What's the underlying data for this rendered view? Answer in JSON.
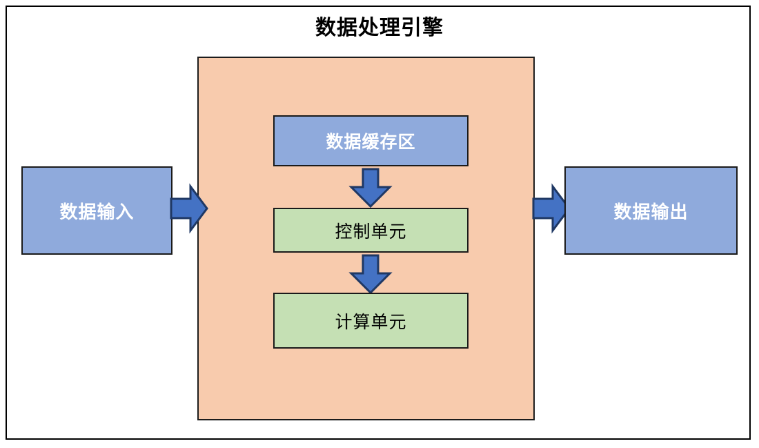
{
  "diagram": {
    "title": "数据处理引擎",
    "colors": {
      "panel_fill": "#f8cbad",
      "blue_box_fill": "#8faadc",
      "green_box_fill": "#c5e0b4",
      "arrow_fill": "#4472c4",
      "arrow_stroke": "#1f3864",
      "box_stroke": "#1a1a1a",
      "frame_stroke": "#000000",
      "background": "#ffffff"
    },
    "nodes": [
      {
        "id": "input",
        "label": "数据输入",
        "type": "blue-box",
        "text_color": "#ffffff"
      },
      {
        "id": "cache",
        "label": "数据缓存区",
        "type": "blue-box",
        "text_color": "#ffffff"
      },
      {
        "id": "control",
        "label": "控制单元",
        "type": "green-box",
        "text_color": "#000000"
      },
      {
        "id": "compute",
        "label": "计算单元",
        "type": "green-box",
        "text_color": "#000000"
      },
      {
        "id": "output",
        "label": "数据输出",
        "type": "blue-box",
        "text_color": "#ffffff"
      }
    ],
    "container": {
      "id": "engine",
      "label": "数据处理引擎",
      "contains": [
        "cache",
        "control",
        "compute"
      ]
    },
    "arrows": [
      {
        "id": "input-to-engine",
        "from": "input",
        "to": "engine",
        "direction": "right"
      },
      {
        "id": "cache-to-control",
        "from": "cache",
        "to": "control",
        "direction": "down"
      },
      {
        "id": "control-to-compute",
        "from": "control",
        "to": "compute",
        "direction": "down"
      },
      {
        "id": "engine-to-output",
        "from": "engine",
        "to": "output",
        "direction": "right"
      }
    ]
  }
}
